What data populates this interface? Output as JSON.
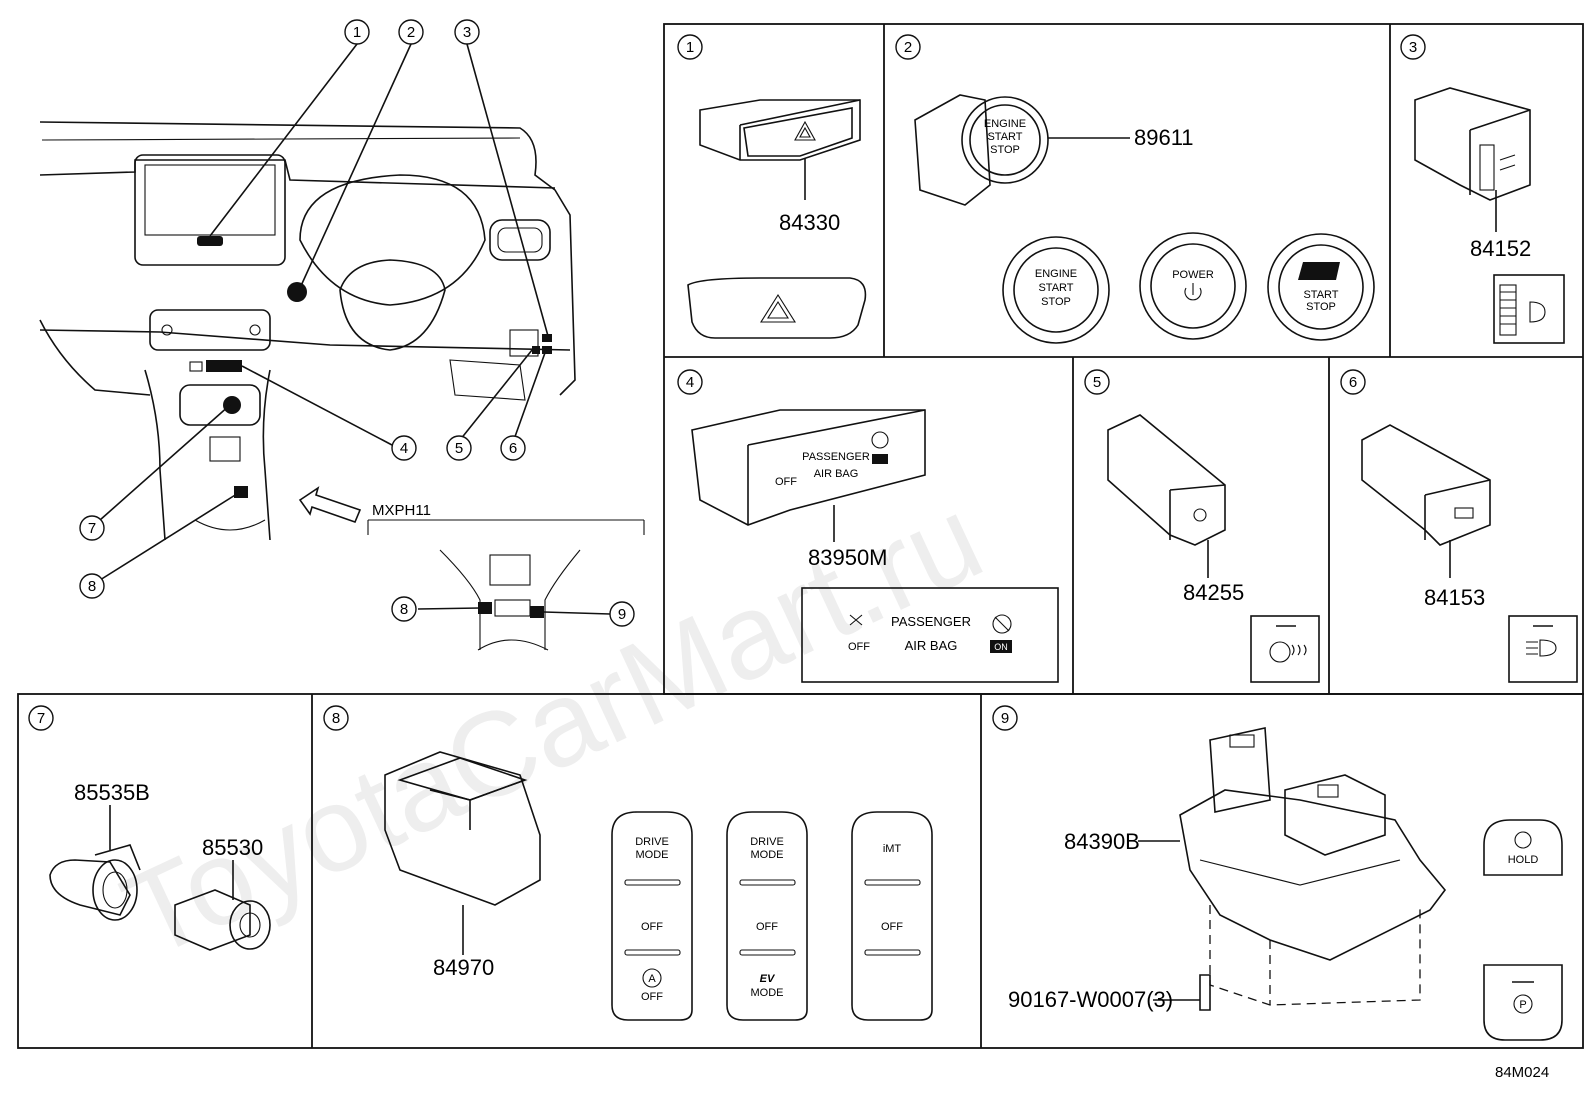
{
  "watermark": "ToyotaCarMart.ru",
  "drawing_code": "84M024",
  "variant_label": "MXPH11",
  "callouts": [
    "1",
    "2",
    "3",
    "4",
    "5",
    "6",
    "7",
    "8",
    "9"
  ],
  "parts": {
    "p1": "84330",
    "p2": "89611",
    "p3": "84152",
    "p4": "83950M",
    "p5": "84255",
    "p6": "84153",
    "p7a": "85535B",
    "p7b": "85530",
    "p8": "84970",
    "p9": "84390B",
    "p9_bolt": "90167-W0007(3)"
  },
  "button_texts": {
    "engine": "ENGINE",
    "start": "START",
    "stop": "STOP",
    "power": "POWER",
    "passenger": "PASSENGER",
    "airbag": "AIR BAG",
    "off": "OFF",
    "on": "ON",
    "drive": "DRIVE",
    "mode": "MODE",
    "ev": "EV",
    "imt": "iMT",
    "hold": "HOLD",
    "p": "P",
    "a": "A"
  }
}
